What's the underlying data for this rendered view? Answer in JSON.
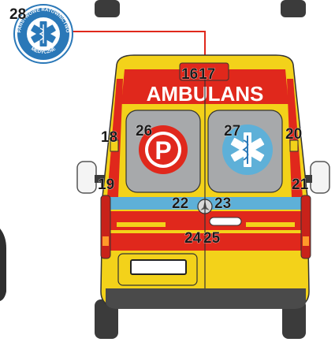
{
  "diagram": {
    "vehicle_label": "AMBULANS",
    "parking_sign_letter": "P",
    "logo": {
      "ring_text_top": "PAŃSTWOWE RATOWNICTWO",
      "ring_text_bottom": "MEDYCZNE"
    },
    "callouts": [
      "28",
      "16",
      "17",
      "18",
      "26",
      "27",
      "20",
      "19",
      "21",
      "22",
      "23",
      "24",
      "25"
    ],
    "colors": {
      "body_yellow": "#f3d21a",
      "stripe_red": "#e0281c",
      "stripe_blue": "#5eb0d8",
      "glass_gray": "#a7a9ab",
      "tire_dark": "#3b3b3b",
      "logo_blue": "#2a78b8",
      "leader_line": "#e0281c"
    }
  }
}
